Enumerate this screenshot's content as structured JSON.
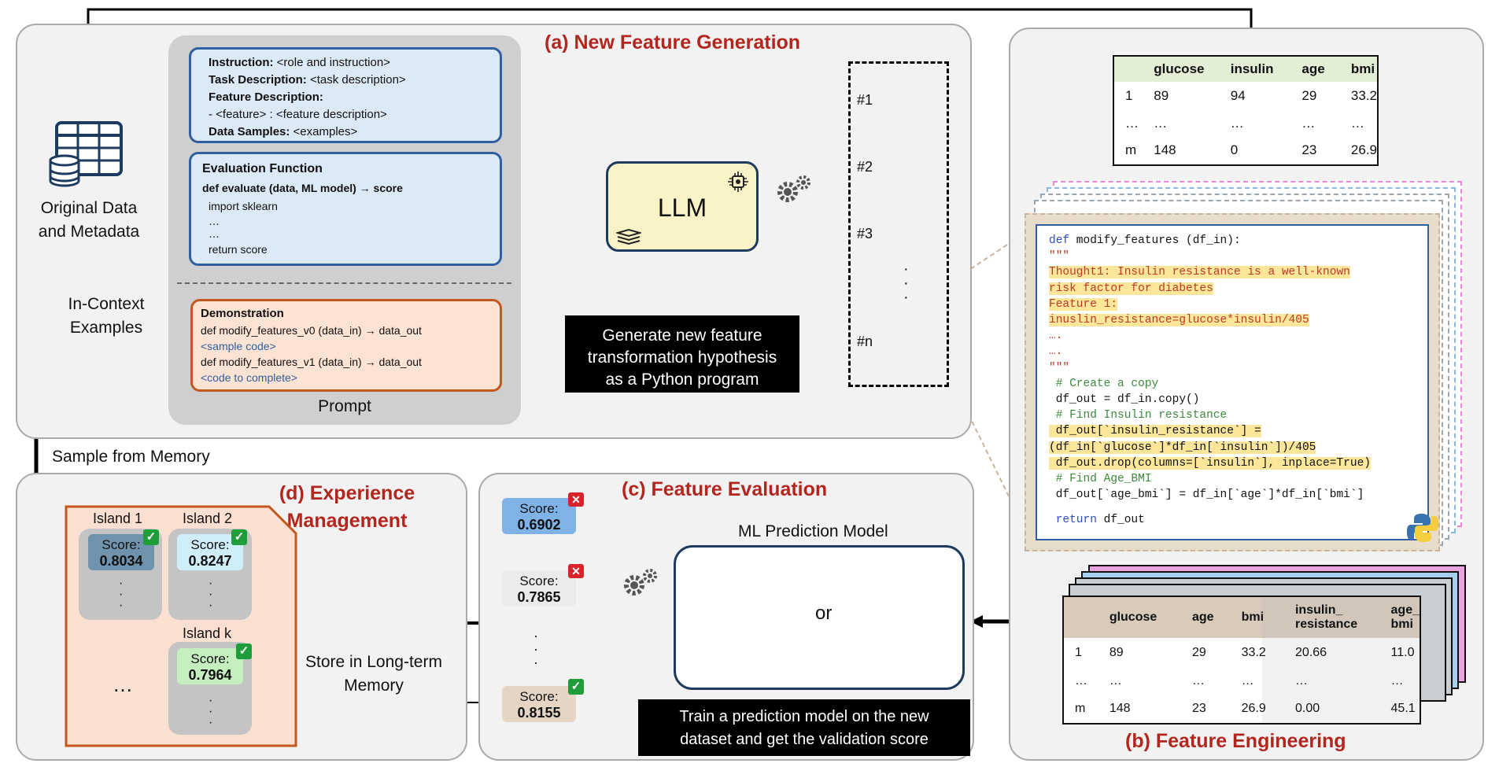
{
  "panels": {
    "a_title": "(a) New Feature Generation",
    "b_title": "(b) Feature Engineering",
    "c_title": "(c) Feature Evaluation",
    "d_title_line1": "(d) Experience",
    "d_title_line2": "Management"
  },
  "original_data": {
    "line1": "Original Data",
    "line2": "and Metadata"
  },
  "in_context": {
    "line1": "In-Context",
    "line2": "Examples"
  },
  "sample_from_memory": "Sample from Memory",
  "prompt": {
    "label": "Prompt",
    "instruction_label": "Instruction:",
    "instruction_value": "<role and instruction>",
    "task_label": "Task Description:",
    "task_value": "<task description>",
    "feature_label": "Feature Description:",
    "feature_value": "- <feature> : <feature description>",
    "samples_label": "Data Samples:",
    "samples_value": "<examples>",
    "eval_title": "Evaluation Function",
    "eval_def": "def evaluate (data, ML model) → score",
    "eval_import": "import sklearn",
    "eval_dots1": "…",
    "eval_dots2": "…",
    "eval_return": "return score",
    "demo_title": "Demonstration",
    "demo_v0": "def modify_features_v0 (data_in) → data_out",
    "demo_sample": "<sample code>",
    "demo_v1": "def modify_features_v1 (data_in) → data_out",
    "demo_complete": "<code to complete>"
  },
  "llm_label": "LLM",
  "generate_box": {
    "line1": "Generate new feature",
    "line2": "transformation hypothesis",
    "line3": "as a Python program"
  },
  "hypotheses": {
    "h1": "#1",
    "h2": "#2",
    "h3": "#3",
    "hn": "#n",
    "vdots": "·"
  },
  "input_table": {
    "headers": [
      "",
      "glucose",
      "insulin",
      "age",
      "bmi"
    ],
    "rows": [
      [
        "1",
        "89",
        "94",
        "29",
        "33.2"
      ],
      [
        "…",
        "…",
        "…",
        "…",
        "…"
      ],
      [
        "m",
        "148",
        "0",
        "23",
        "26.9"
      ]
    ]
  },
  "code": {
    "l1_kw": "def",
    "l1_rest": " modify_features (df_in):",
    "l2": "\"\"\"",
    "l3": "Thought1: Insulin resistance is a well-known",
    "l4": "risk factor for diabetes",
    "l5": "Feature 1:",
    "l6": "inuslin_resistance=glucose*insulin/405",
    "l7": "….",
    "l8": "….",
    "l9": "\"\"\"",
    "l10": " # Create a copy",
    "l11": " df_out = df_in.copy()",
    "l12": " # Find Insulin resistance",
    "l13": " df_out[`insulin_resistance`] =",
    "l14": "(df_in[`glucose`]*df_in[`insulin`])/405",
    "l15": " df_out.drop(columns=[`insulin`], inplace=True)",
    "l16": " # Find Age_BMI",
    "l17": " df_out[`age_bmi`] = df_in[`age`]*df_in[`bmi`]",
    "l18_kw": " return",
    "l18_rest": " df_out"
  },
  "output_table": {
    "headers": [
      "",
      "glucose",
      "age",
      "bmi",
      "insulin_\nresistance",
      "age_\nbmi"
    ],
    "rows": [
      [
        "1",
        "89",
        "29",
        "33.2",
        "20.66",
        "11.0"
      ],
      [
        "…",
        "…",
        "…",
        "…",
        "…",
        "…"
      ],
      [
        "m",
        "148",
        "23",
        "26.9",
        "0.00",
        "45.1"
      ]
    ]
  },
  "evaluation": {
    "ml_title": "ML Prediction Model",
    "or": "or",
    "train_line1": "Train a prediction model on the new",
    "train_line2": "dataset and get the validation score",
    "score_label": "Score:",
    "s1": "0.6902",
    "s2": "0.7865",
    "s3": "0.8155"
  },
  "memory": {
    "island1": "Island 1",
    "island2": "Island 2",
    "islandk": "Island k",
    "score_label": "Score:",
    "s1": "0.8034",
    "s2": "0.8247",
    "sk": "0.7964",
    "ellipsis": "…",
    "store_line1": "Store in Long-term",
    "store_line2": "Memory"
  },
  "colors": {
    "accent_red": "#b3261e",
    "blue_box": "#dce9f6",
    "orange_box": "#fce3d4",
    "llm_fill": "#f8f2c6"
  }
}
